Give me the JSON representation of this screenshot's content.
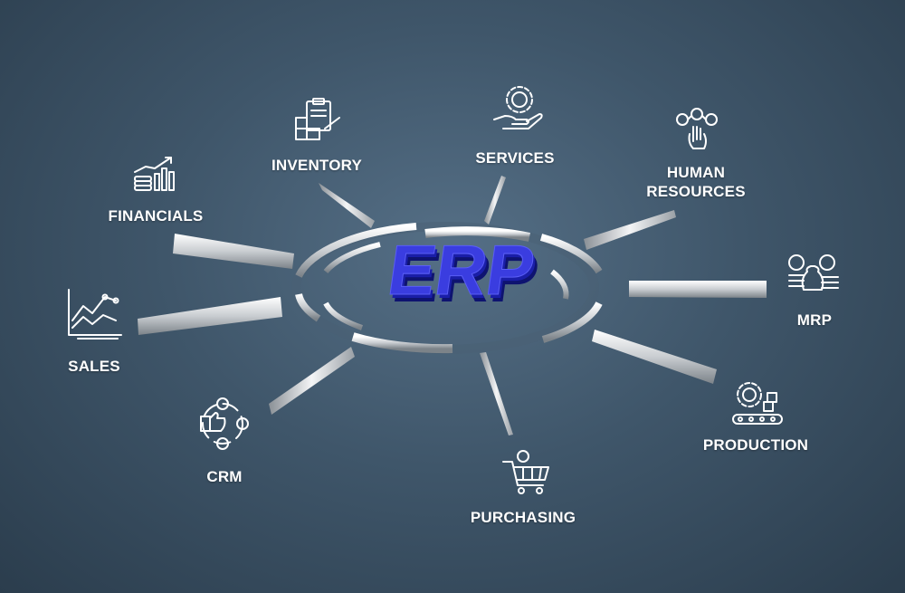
{
  "center": {
    "label": "ERP",
    "color": "#3a3de0"
  },
  "modules": [
    {
      "key": "inventory",
      "label": "INVENTORY",
      "icon": "clipboard-boxes-icon"
    },
    {
      "key": "services",
      "label": "SERVICES",
      "icon": "gear-hand-icon"
    },
    {
      "key": "human_resources",
      "label": "HUMAN\nRESOURCES",
      "icon": "hand-people-network-icon"
    },
    {
      "key": "financials",
      "label": "FINANCIALS",
      "icon": "money-growth-chart-icon"
    },
    {
      "key": "sales",
      "label": "SALES",
      "icon": "line-chart-icon"
    },
    {
      "key": "mrp",
      "label": "MRP",
      "icon": "coins-money-bag-icon"
    },
    {
      "key": "crm",
      "label": "CRM",
      "icon": "customer-cycle-icon"
    },
    {
      "key": "production",
      "label": "PRODUCTION",
      "icon": "gear-conveyor-icon"
    },
    {
      "key": "purchasing",
      "label": "PURCHASING",
      "icon": "shopping-cart-icon"
    }
  ]
}
